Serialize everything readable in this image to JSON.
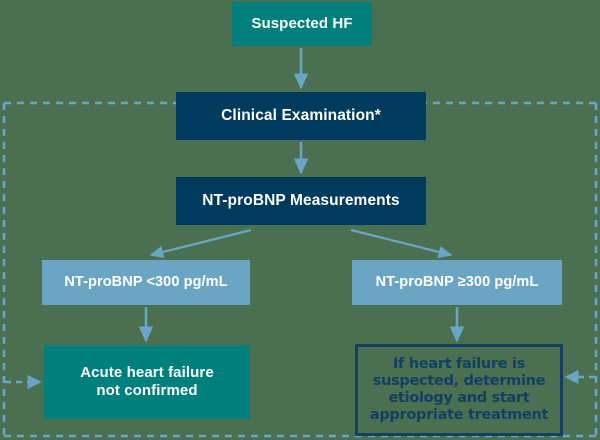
{
  "diagram": {
    "title": "Suspected HF diagnostic algorithm",
    "background_color": "#4a7051",
    "colors": {
      "teal": "#00807d",
      "navy": "#003a5c",
      "light_blue": "#6ba5c4",
      "outline_navy": "#133f63",
      "arrow": "#6ba5c4",
      "dashed_border": "#6ba5c4",
      "text_light": "#ffffff"
    },
    "nodes": {
      "suspected_hf": "Suspected HF",
      "clinical_exam": "Clinical Examination*",
      "ntprobnp_measurements": "NT-proBNP Measurements",
      "ntprobnp_low": "NT-proBNP <300 pg/mL",
      "ntprobnp_high": "NT-proBNP ≥300 pg/mL",
      "not_confirmed_line1": "Acute heart failure",
      "not_confirmed_line2": "not confirmed",
      "determine_line1": "If heart failure is",
      "determine_line2": "suspected, determine",
      "determine_line3": "etiology and start",
      "determine_line4": "appropriate treatment"
    },
    "edges": [
      {
        "name": "suspected-hf-to-clinical-exam",
        "style": "solid",
        "direction": "down"
      },
      {
        "name": "clinical-exam-to-ntprobnp",
        "style": "solid",
        "direction": "down"
      },
      {
        "name": "ntprobnp-to-low",
        "style": "solid",
        "direction": "down-left"
      },
      {
        "name": "ntprobnp-to-high",
        "style": "solid",
        "direction": "down-right"
      },
      {
        "name": "low-to-not-confirmed",
        "style": "solid",
        "direction": "down"
      },
      {
        "name": "high-to-determine",
        "style": "solid",
        "direction": "down"
      },
      {
        "name": "border-to-not-confirmed",
        "style": "dashed",
        "direction": "right"
      },
      {
        "name": "border-to-determine",
        "style": "dashed",
        "direction": "left"
      }
    ]
  }
}
